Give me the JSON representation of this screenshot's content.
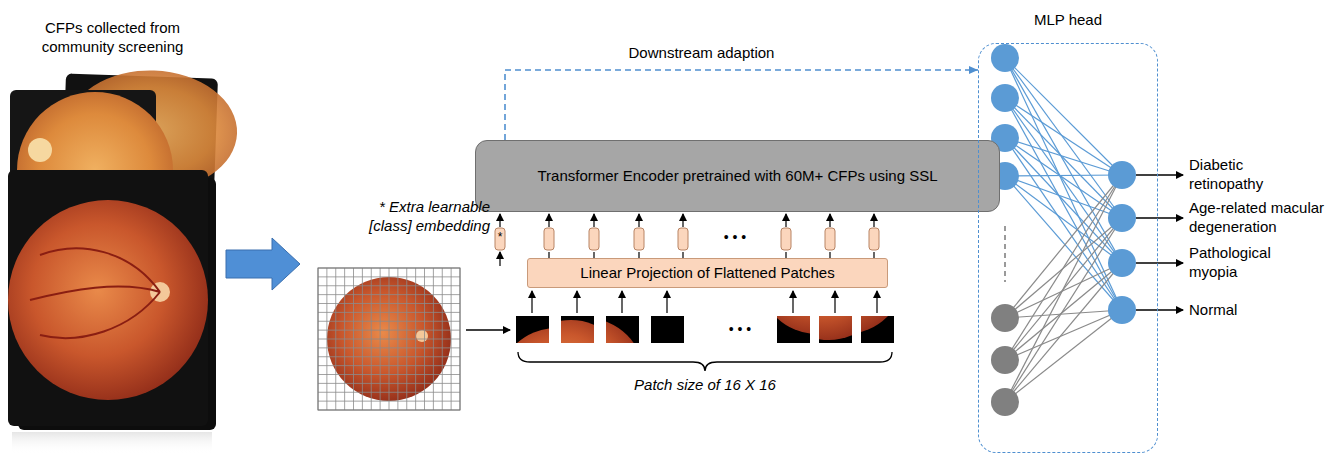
{
  "diagram": {
    "nodes": [
      {
        "text": [
          "Transformer Encoder pretrained with 60M+ CFPs using SSL"
        ]
      },
      {
        "text": [
          "Linear Projection of Flattened Patches"
        ]
      },
      {
        "text": [
          "MLP head"
        ]
      }
    ],
    "edges": [
      {
        "from": 0,
        "to": 2,
        "label": "Downstream adaption",
        "arrow": "to"
      }
    ],
    "labels": [
      "CFPs collected from community screening",
      "*",
      "* Extra learnable [class] embedding",
      "• • •",
      "• • •",
      "Patch size of 16 X 16",
      "Diabetic retinopathy",
      "Age-related macular degeneration",
      "Pathological myopia",
      "Normal"
    ]
  }
}
